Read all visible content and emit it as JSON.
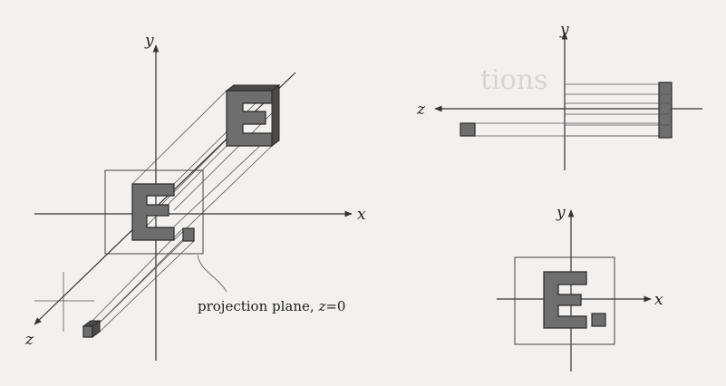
{
  "left_figure": {
    "x_label": "x",
    "y_label": "y",
    "z_label": "z",
    "caption_prefix": "projection plane, ",
    "caption_var": "z",
    "caption_suffix": "=0"
  },
  "top_right_figure": {
    "y_label": "y",
    "z_label": "z"
  },
  "bottom_right_figure": {
    "y_label": "y",
    "x_label": "x"
  },
  "background_text": "tions",
  "colors": {
    "shape_fill": "#6e6e6e",
    "shape_dark": "#4a4a4a",
    "stroke": "#2a2a2a",
    "paper": "#f2f1f0"
  }
}
